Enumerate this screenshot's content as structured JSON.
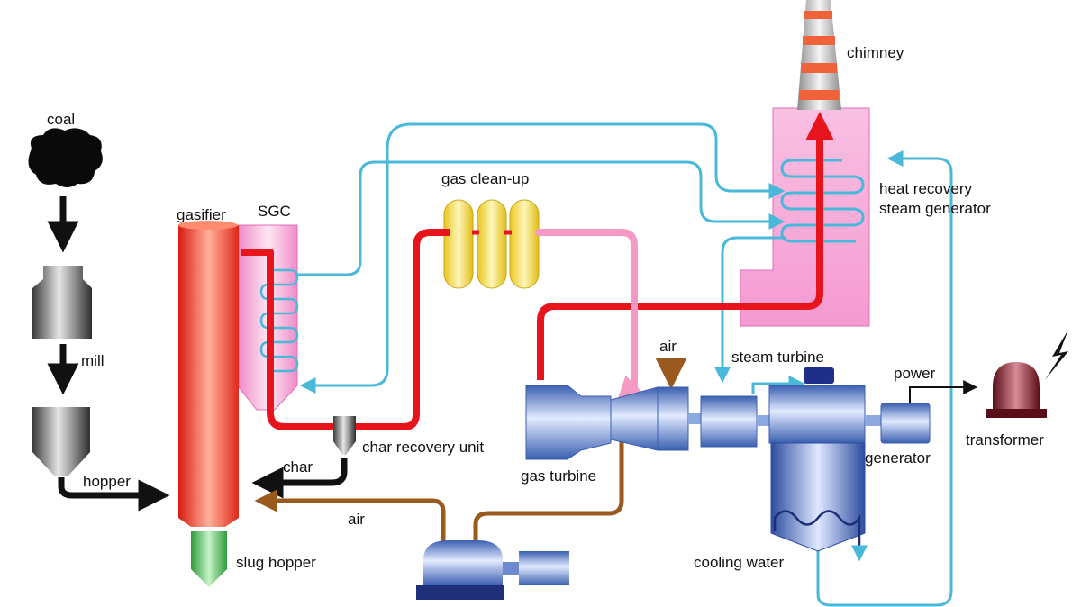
{
  "labels": {
    "coal": "coal",
    "mill": "mill",
    "hopper": "hopper",
    "gasifier": "gasifier",
    "sgc": "SGC",
    "gas_cleanup": "gas clean-up",
    "char_recovery": "char recovery unit",
    "char": "char",
    "air_main": "air",
    "slug_hopper": "slug hopper",
    "gas_turbine": "gas turbine",
    "air_turbine": "air",
    "steam_turbine": "steam turbine",
    "power": "power",
    "transformer": "transformer",
    "generator": "generator",
    "cooling_water": "cooling water",
    "chimney": "chimney",
    "hrsg_line1": "heat recovery",
    "hrsg_line2": "steam generator"
  },
  "colors": {
    "syngas": "#e8141c",
    "clean_gas": "#f59ac4",
    "steam": "#4ab8d8",
    "air": "#9a5a1e",
    "solids": "#111111",
    "hrsg_body": "#f7a8d8",
    "gasifier": "#f24a2a",
    "cleanup": "#f2de50",
    "turbine": "#5b7fc6",
    "transformer": "#7a1a26"
  }
}
